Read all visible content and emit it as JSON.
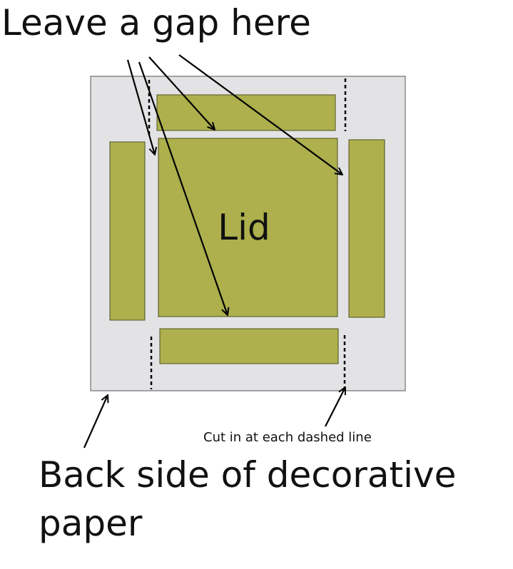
{
  "labels": {
    "gap_note": "Leave a gap here",
    "lid": "Lid",
    "cut_note": "Cut in at each dashed line",
    "paper_line1": "Back side of decorative",
    "paper_line2": "paper"
  },
  "colors": {
    "paper": "#e3e3e6",
    "paper_border": "#555555",
    "green": "#adb04c",
    "green_border": "#4e5022",
    "line": "#000000"
  },
  "icons": {
    "arrow": "arrow-icon",
    "cut_line": "dashed-cut-line"
  }
}
